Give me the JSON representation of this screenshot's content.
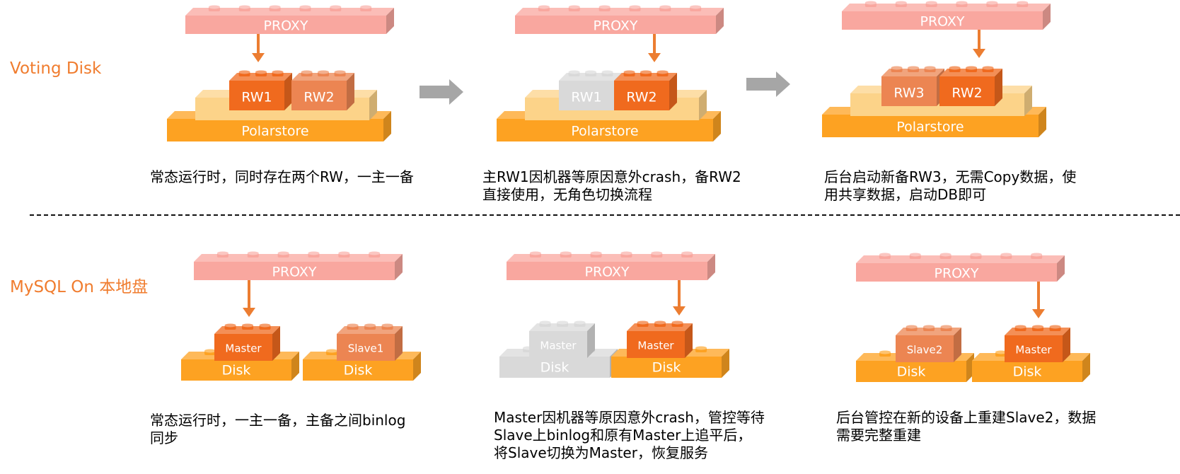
{
  "row_labels": {
    "voting_disk": "Voting Disk",
    "mysql_local": "MySQL On 本地盘"
  },
  "colors": {
    "proxy": "#f9a79f",
    "active_block": "#f06a1e",
    "secondary_block": "#ec8552",
    "inactive_block": "#d9d9d9",
    "base_block": "#fda222",
    "middle_layer": "#fcd389",
    "arrow": "#ec7d31",
    "transition_arrow": "#a6a6a6"
  },
  "voting_disk": {
    "panels": [
      {
        "proxy": "PROXY",
        "nodes": [
          {
            "label": "RW1",
            "state": "active"
          },
          {
            "label": "RW2",
            "state": "secondary"
          }
        ],
        "storage": "Polarstore",
        "caption": "常态运行时，同时存在两个RW，一主一备"
      },
      {
        "proxy": "PROXY",
        "nodes": [
          {
            "label": "RW1",
            "state": "inactive"
          },
          {
            "label": "RW2",
            "state": "active"
          }
        ],
        "storage": "Polarstore",
        "caption": "主RW1因机器等原因意外crash，备RW2\n直接使用，无角色切换流程"
      },
      {
        "proxy": "PROXY",
        "nodes": [
          {
            "label": "RW3",
            "state": "secondary"
          },
          {
            "label": "RW2",
            "state": "active"
          }
        ],
        "storage": "Polarstore",
        "caption": "后台启动新备RW3，无需Copy数据，使\n用共享数据，启动DB即可"
      }
    ]
  },
  "mysql_local": {
    "panels": [
      {
        "proxy": "PROXY",
        "nodes": [
          {
            "label": "Master",
            "disk": "Disk",
            "state": "active"
          },
          {
            "label": "Slave1",
            "disk": "Disk",
            "state": "secondary"
          }
        ],
        "caption": "常态运行时，一主一备，主备之间binlog\n同步"
      },
      {
        "proxy": "PROXY",
        "nodes": [
          {
            "label": "Master",
            "disk": "Disk",
            "state": "inactive"
          },
          {
            "label": "Master",
            "disk": "Disk",
            "state": "active"
          }
        ],
        "caption": "Master因机器等原因意外crash，管控等待\nSlave上binlog和原有Master上追平后，\n将Slave切换为Master，恢复服务"
      },
      {
        "proxy": "PROXY",
        "nodes": [
          {
            "label": "Slave2",
            "disk": "Disk",
            "state": "secondary"
          },
          {
            "label": "Master",
            "disk": "Disk",
            "state": "active"
          }
        ],
        "caption": "后台管控在新的设备上重建Slave2，数据\n需要完整重建"
      }
    ]
  }
}
